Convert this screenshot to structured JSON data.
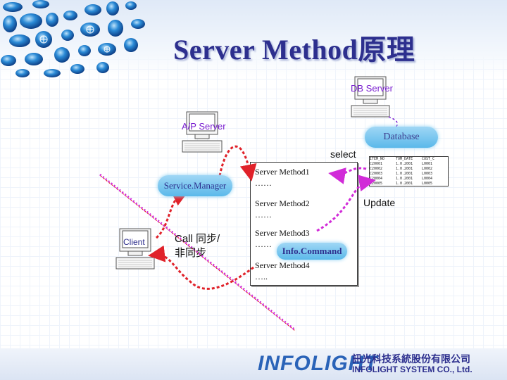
{
  "slide": {
    "title": "Server Method原理"
  },
  "nodes": {
    "db_server": "DB Server",
    "ap_server": "A/P Server",
    "client": "Client",
    "database": "Database",
    "service_manager": "Service.Manager",
    "info_command": "Info.Command"
  },
  "methods": [
    {
      "name": "Server Method1",
      "dots": "……"
    },
    {
      "name": "Server Method2",
      "dots": "……"
    },
    {
      "name": "Server Method3",
      "dots": "……"
    },
    {
      "name": "Server Method4",
      "dots": "….."
    }
  ],
  "arrows": {
    "select": "select",
    "update": "Update",
    "call_line1": "Call 同步/",
    "call_line2": "非同步"
  },
  "table": {
    "headers": [
      "ITEM_NO",
      "TOM_DATE",
      "CUST_C"
    ],
    "rows": [
      [
        "C20001",
        "1.0.2001",
        "L0001"
      ],
      [
        "C20002",
        "1.0.2001",
        "L0002"
      ],
      [
        "C20003",
        "1.0.2001",
        "L0003"
      ],
      [
        "C20004",
        "1.0.2001",
        "L0004"
      ],
      [
        "C20005",
        "1.0.2001",
        "L0005"
      ]
    ]
  },
  "footer": {
    "logo": "INFOLIGHT",
    "cn_name": "訊光科技系統股份有限公司",
    "en_name": "INFOLIGHT SYSTEM CO., Ltd."
  },
  "colors": {
    "title": "#2d2f8e",
    "red_arrow": "#e0222a",
    "magenta_arrow": "#d12bd8",
    "purple_dashed": "#7a1fd0",
    "pill_fill": "#5bb9ea"
  }
}
